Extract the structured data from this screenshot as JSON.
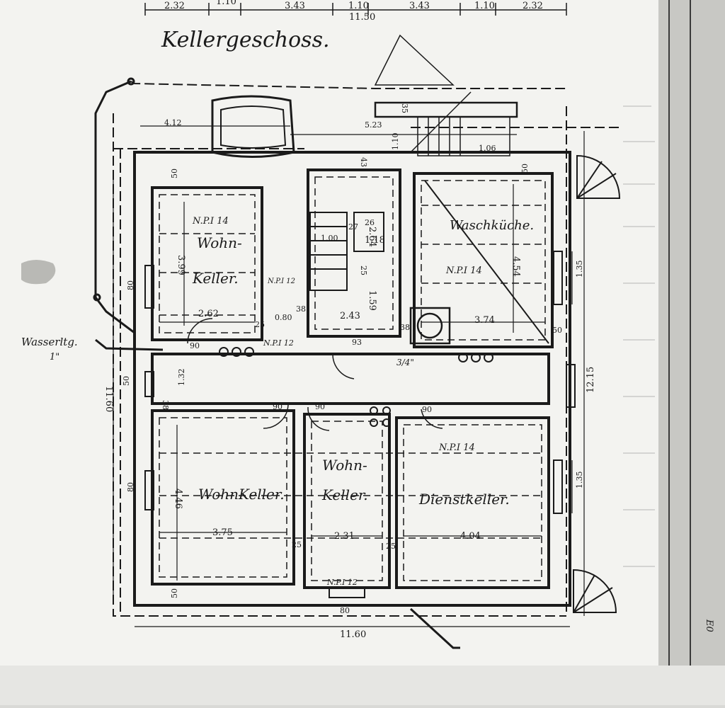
{
  "title": "Kellergeschoss.",
  "colors": {
    "paper": "#f3f3f0",
    "ink": "#1a1a1a",
    "ruler": "#c8c8c4"
  },
  "top_dims": [
    "2.32",
    "1.10",
    "3.43",
    "1.10",
    "11.50",
    "3.43",
    "1.10",
    "2.32"
  ],
  "rooms": {
    "wohnkeller_1": {
      "line1": "Wohn-",
      "line2": "Keller.",
      "profile": "N.P.I 14",
      "dim_h": "3.99",
      "dim_w": "2.62"
    },
    "stair": {
      "dim_a": "1.00",
      "dim_b": "2.64",
      "dim_c": "1.18",
      "dim_w": "2.43",
      "dim_h": "1.59"
    },
    "waschkueche": {
      "name": "Waschküche.",
      "profile": "N.P.I 14",
      "dim_h": "4.54",
      "dim_w": "3.74"
    },
    "wohnkeller_2": {
      "name": "WohnKeller.",
      "dim_h": "4.46",
      "dim_w": "3.75"
    },
    "wohnkeller_3": {
      "line1": "Wohn-",
      "line2": "Keller.",
      "dim_w": "2.31"
    },
    "dienstkeller": {
      "name": "Dienstkeller.",
      "profile": "N.P.I 14",
      "dim_w": "4.04"
    }
  },
  "dims": {
    "d412": "4.12",
    "d523": "5.23",
    "d106": "1.06",
    "d110": "1.10",
    "d50a": "50",
    "d50b": "50",
    "d50c": "50",
    "d50d": "50",
    "d50e": "50",
    "d43": "43",
    "d80a": "80",
    "d80b": "80",
    "d80c": "80",
    "d38a": "38",
    "d38b": "38",
    "d38c": "38",
    "d25a": "25",
    "d25b": "25",
    "d25c": "25",
    "d25d": "25",
    "d135a": "1.35",
    "d135b": "1.35",
    "d1160v": "11.60",
    "d1160h": "11.60",
    "d1215": "12.15",
    "d132": "1.32",
    "d90a": "90",
    "d90b": "90",
    "d90c": "90",
    "d90d": "90",
    "d93": "93",
    "d35": "35",
    "d080": "0.80",
    "d27": "27",
    "d26": "26"
  },
  "labels": {
    "wasserltg": "Wasserltg.",
    "one_inch": "1\"",
    "pipe": "3/4\"",
    "npi12_a": "N.P.I 12",
    "npi12_b": "N.P.I 12",
    "npi12_c": "N.P.I 12",
    "edge_mark": "E0"
  }
}
